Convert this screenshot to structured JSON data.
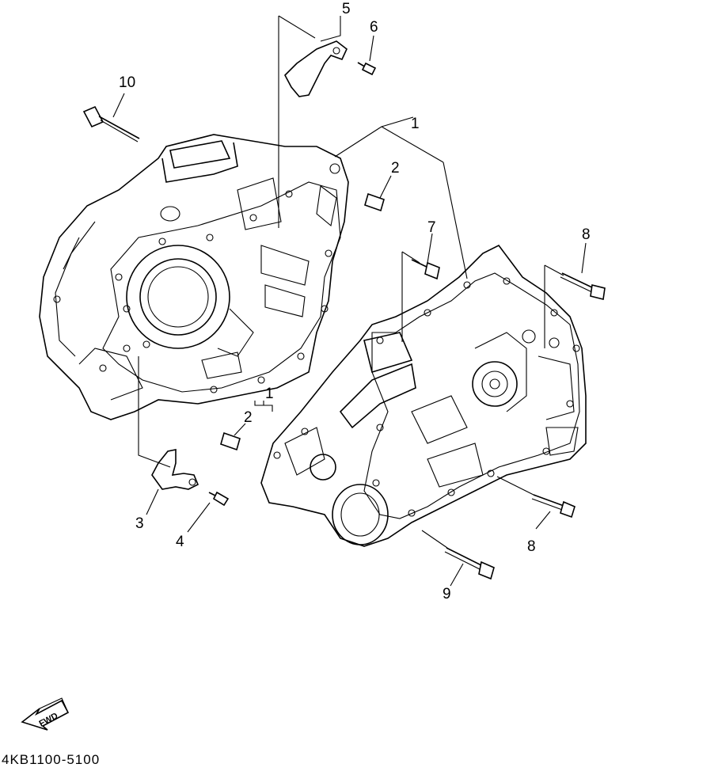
{
  "diagram": {
    "code": "4KB1100-5100",
    "fwd_label": "FWD",
    "callouts": {
      "c1_top": "1",
      "c1_mid": "1",
      "c2_top": "2",
      "c2_mid": "2",
      "c3": "3",
      "c4": "4",
      "c5": "5",
      "c6": "6",
      "c7": "7",
      "c8_top": "8",
      "c8_bottom": "8",
      "c9": "9",
      "c10": "10"
    }
  }
}
